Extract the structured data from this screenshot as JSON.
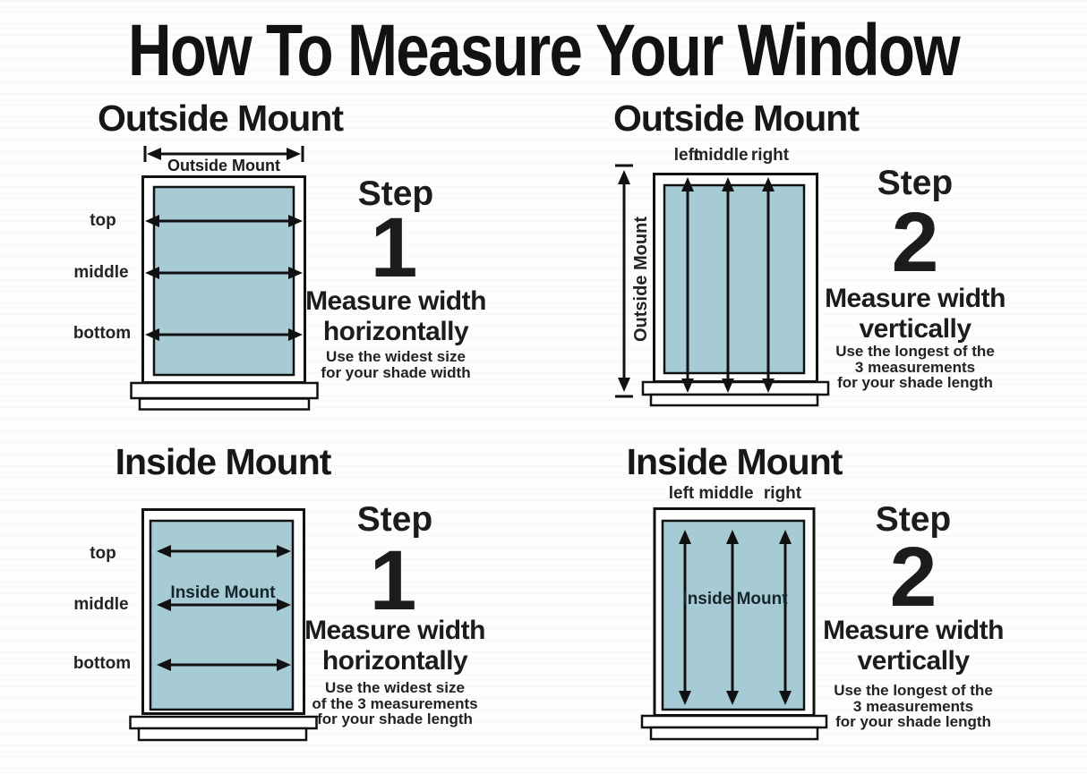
{
  "title": "How To Measure Your Window",
  "colors": {
    "pane": "#a6cbd5",
    "ink": "#1b1b1b",
    "frame": "#ffffff"
  },
  "quadrants": {
    "tl": {
      "heading": "Outside Mount",
      "measure_label": "Outside Mount",
      "row_labels": [
        "top",
        "middle",
        "bottom"
      ],
      "step": {
        "word": "Step",
        "number": "1",
        "line1": "Measure width",
        "line2": "horizontally",
        "notes": [
          "Use the widest size",
          "for your shade width"
        ]
      }
    },
    "tr": {
      "heading": "Outside Mount",
      "measure_label": "Outside Mount",
      "col_labels": [
        "left",
        "middle",
        "right"
      ],
      "step": {
        "word": "Step",
        "number": "2",
        "line1": "Measure width",
        "line2": "vertically",
        "notes": [
          "Use the longest of the",
          "3 measurements",
          "for your shade length"
        ]
      }
    },
    "bl": {
      "heading": "Inside Mount",
      "pane_label": "Inside Mount",
      "row_labels": [
        "top",
        "middle",
        "bottom"
      ],
      "step": {
        "word": "Step",
        "number": "1",
        "line1": "Measure width",
        "line2": "horizontally",
        "notes": [
          "Use the widest size",
          "of the 3 measurements",
          "for your shade length"
        ]
      }
    },
    "br": {
      "heading": "Inside Mount",
      "pane_label": "Inside Mount",
      "col_labels": [
        "left",
        "middle",
        "right"
      ],
      "step": {
        "word": "Step",
        "number": "2",
        "line1": "Measure width",
        "line2": "vertically",
        "notes": [
          "Use the longest of the",
          "3 measurements",
          "for your shade length"
        ]
      }
    }
  }
}
